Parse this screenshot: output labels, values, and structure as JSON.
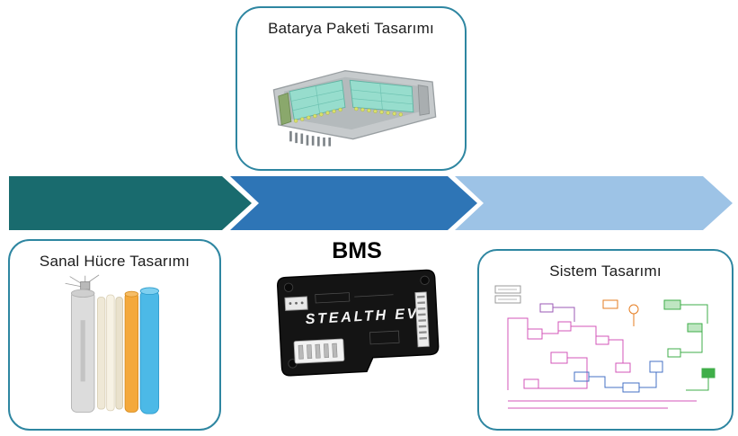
{
  "diagram": {
    "boxes": {
      "battery_pack": {
        "label": "Batarya Paketi Tasarımı"
      },
      "virtual_cell": {
        "label": "Sanal Hücre Tasarımı"
      },
      "bms": {
        "label": "BMS",
        "board_text": "STEALTH EV"
      },
      "system": {
        "label": "Sistem Tasarımı"
      }
    },
    "arrows": {
      "stage1_color": "#196b6e",
      "stage2_color": "#2e75b6",
      "stage3_color": "#9dc3e6"
    },
    "style": {
      "box_border_color": "#2e86a1"
    }
  }
}
